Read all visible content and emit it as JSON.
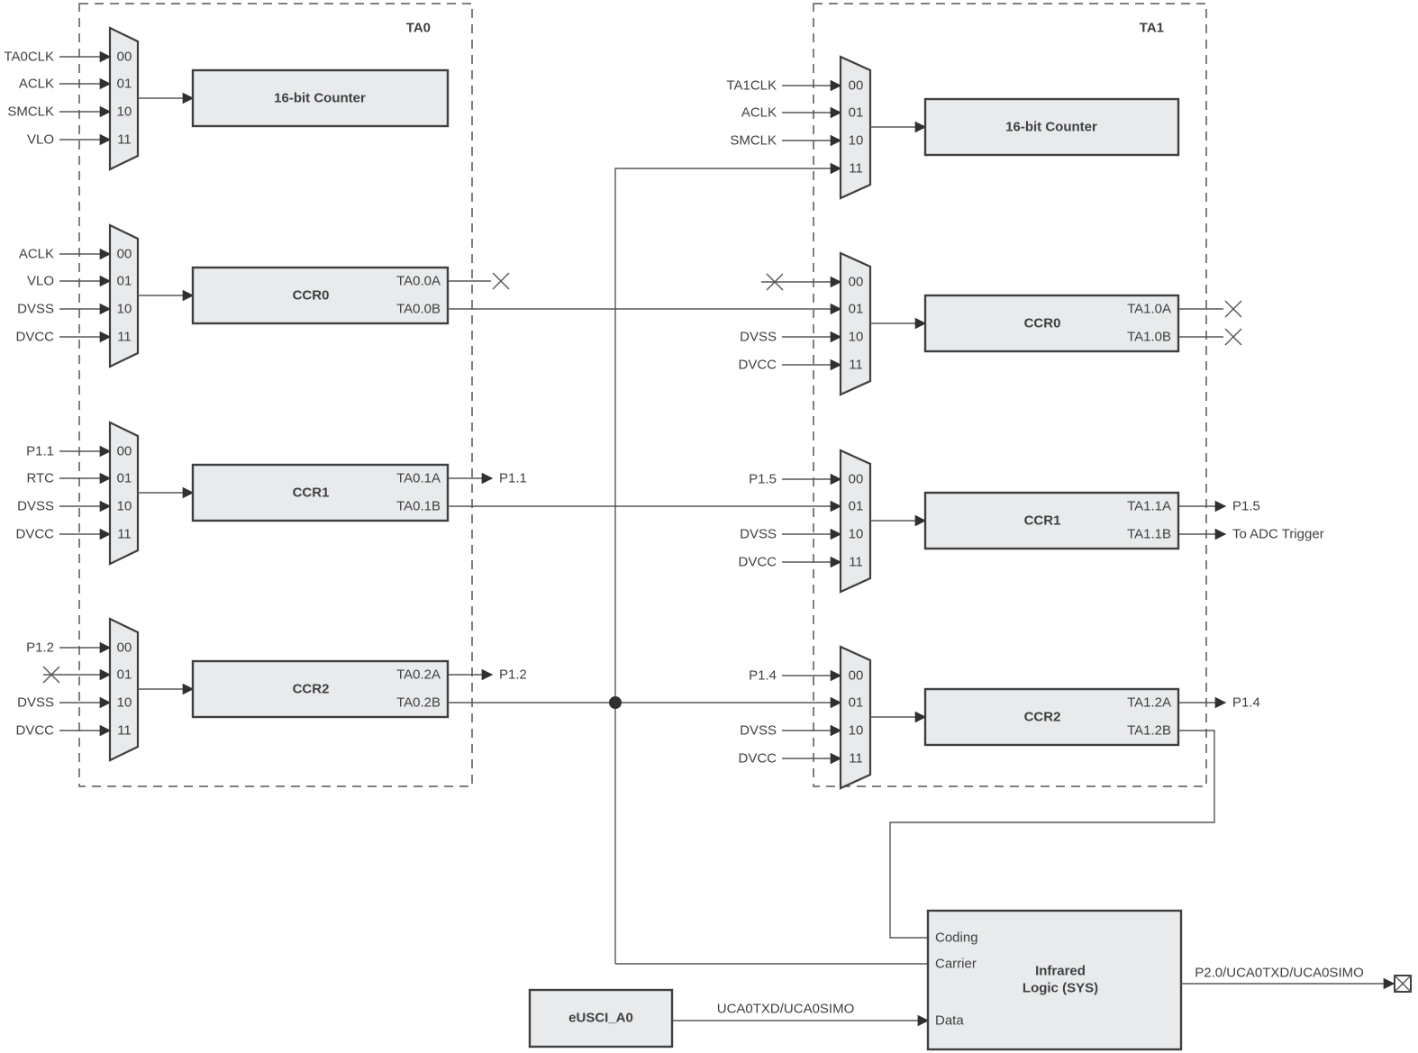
{
  "diagram": {
    "mux_codes": [
      "00",
      "01",
      "10",
      "11"
    ],
    "ta0": {
      "title": "TA0",
      "clock_mux": {
        "inputs": [
          "TA0CLK",
          "ACLK",
          "SMCLK",
          "VLO"
        ]
      },
      "counter_label": "16-bit Counter",
      "ccr0": {
        "title": "CCR0",
        "inputs": [
          "ACLK",
          "VLO",
          "DVSS",
          "DVCC"
        ],
        "out_a": "TA0.0A",
        "out_b": "TA0.0B"
      },
      "ccr1": {
        "title": "CCR1",
        "inputs": [
          "P1.1",
          "RTC",
          "DVSS",
          "DVCC"
        ],
        "out_a": "TA0.1A",
        "out_b": "TA0.1B",
        "out_a_dest": "P1.1"
      },
      "ccr2": {
        "title": "CCR2",
        "inputs": [
          "P1.2",
          null,
          "DVSS",
          "DVCC"
        ],
        "out_a": "TA0.2A",
        "out_b": "TA0.2B",
        "out_a_dest": "P1.2"
      }
    },
    "ta1": {
      "title": "TA1",
      "clock_mux": {
        "inputs": [
          "TA1CLK",
          "ACLK",
          "SMCLK",
          null
        ]
      },
      "counter_label": "16-bit Counter",
      "ccr0": {
        "title": "CCR0",
        "inputs": [
          null,
          null,
          "DVSS",
          "DVCC"
        ],
        "out_a": "TA1.0A",
        "out_b": "TA1.0B"
      },
      "ccr1": {
        "title": "CCR1",
        "inputs": [
          "P1.5",
          null,
          "DVSS",
          "DVCC"
        ],
        "out_a": "TA1.1A",
        "out_b": "TA1.1B",
        "out_a_dest": "P1.5",
        "out_b_dest": "To ADC Trigger"
      },
      "ccr2": {
        "title": "CCR2",
        "inputs": [
          "P1.4",
          null,
          "DVSS",
          "DVCC"
        ],
        "out_a": "TA1.2A",
        "out_b": "TA1.2B",
        "out_a_dest": "P1.4"
      }
    },
    "bottom": {
      "eusci_label": "eUSCI_A0",
      "data_wire_label": "UCA0TXD/UCA0SIMO",
      "ir_title_line1": "Infrared",
      "ir_title_line2": "Logic (SYS)",
      "ir_in_coding": "Coding",
      "ir_in_carrier": "Carrier",
      "ir_in_data": "Data",
      "output_label": "P2.0/UCA0TXD/UCA0SIMO"
    },
    "colors": {
      "box_fill": "#e9eaeb",
      "box_stroke": "#3d3f41",
      "wire": "#54575a",
      "dashed_border": "#7d8083",
      "text": "#3e4042"
    }
  }
}
